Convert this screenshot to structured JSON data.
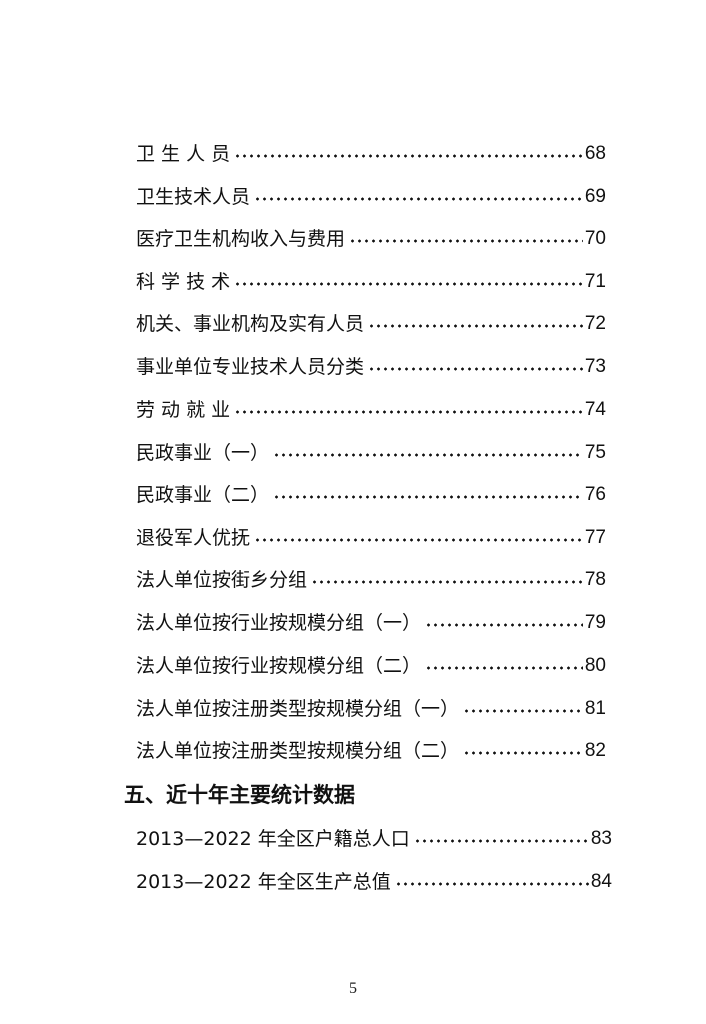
{
  "toc": {
    "entries": [
      {
        "title": "卫 生 人 员",
        "page": "68"
      },
      {
        "title": "卫生技术人员",
        "page": "69"
      },
      {
        "title": "医疗卫生机构收入与费用",
        "page": "70"
      },
      {
        "title": "科 学 技 术",
        "page": "71"
      },
      {
        "title": "机关、事业机构及实有人员",
        "page": "72"
      },
      {
        "title": "事业单位专业技术人员分类",
        "page": "73"
      },
      {
        "title": "劳 动 就 业",
        "page": "74"
      },
      {
        "title": "民政事业（一）",
        "page": "75"
      },
      {
        "title": "民政事业（二）",
        "page": "76"
      },
      {
        "title": "退役军人优抚",
        "page": "77"
      },
      {
        "title": "法人单位按街乡分组",
        "page": "78"
      },
      {
        "title": "法人单位按行业按规模分组（一）",
        "page": "79"
      },
      {
        "title": "法人单位按行业按规模分组（二）",
        "page": "80"
      },
      {
        "title": "法人单位按注册类型按规模分组（一）",
        "page": "81"
      },
      {
        "title": "法人单位按注册类型按规模分组（二）",
        "page": "82"
      }
    ],
    "section": {
      "heading": "五、近十年主要统计数据",
      "entries": [
        {
          "title": "2013—2022 年全区户籍总人口",
          "page": "83"
        },
        {
          "title": "2013—2022 年全区生产总值",
          "page": "84"
        }
      ]
    }
  },
  "footer": {
    "page_number": "5"
  }
}
